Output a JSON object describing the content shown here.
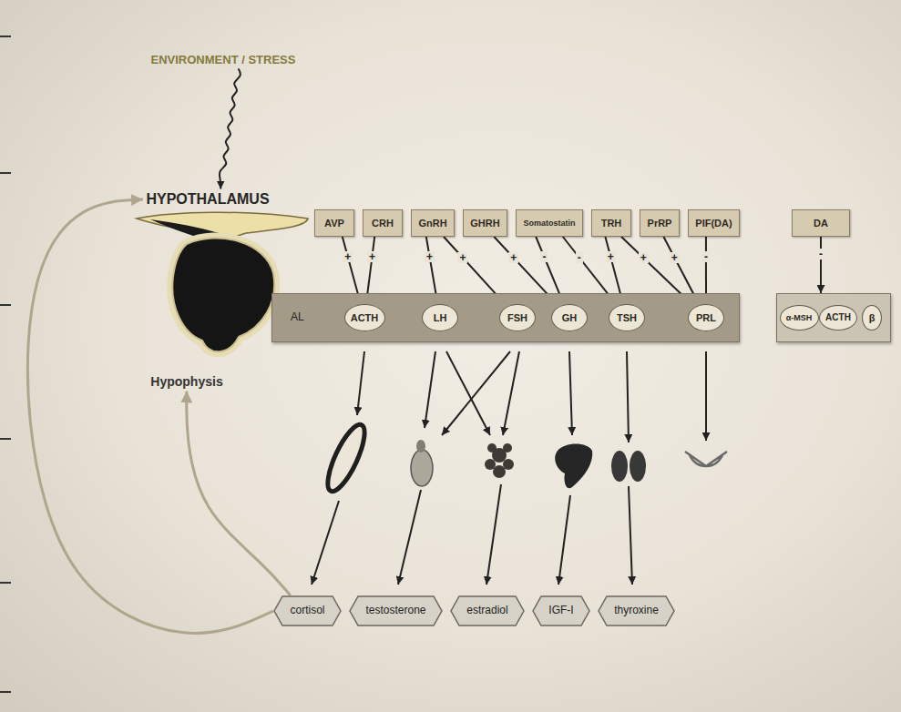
{
  "diagram": {
    "nodes": [
      {
        "text": [
          "ENVIRONMENT / STRESS"
        ]
      },
      {
        "text": [
          "HYPOTHALAMUS"
        ]
      },
      {
        "text": [
          "AVP"
        ]
      },
      {
        "text": [
          "CRH"
        ]
      },
      {
        "text": [
          "GnRH"
        ]
      },
      {
        "text": [
          "GHRH"
        ]
      },
      {
        "text": [
          "Somatostatin"
        ]
      },
      {
        "text": [
          "TRH"
        ]
      },
      {
        "text": [
          "PrRP"
        ]
      },
      {
        "text": [
          "PIF(DA)"
        ]
      },
      {
        "text": [
          "DA"
        ]
      },
      {
        "text": [
          "AL"
        ]
      },
      {
        "text": [
          "ACTH"
        ],
        "in": 11
      },
      {
        "text": [
          "LH"
        ],
        "in": 11
      },
      {
        "text": [
          "FSH"
        ],
        "in": 11
      },
      {
        "text": [
          "GH"
        ],
        "in": 11
      },
      {
        "text": [
          "TSH"
        ],
        "in": 11
      },
      {
        "text": [
          "PRL"
        ],
        "in": 11
      },
      {
        "text": []
      },
      {
        "text": [
          "α-MSH"
        ],
        "in": 18
      },
      {
        "text": [
          "ACTH"
        ],
        "in": 18
      },
      {
        "text": [
          "β"
        ],
        "in": 18
      },
      {
        "text": [
          "Hypophysis"
        ]
      },
      {
        "text": [
          "cortisol"
        ]
      },
      {
        "text": [
          "testosterone"
        ]
      },
      {
        "text": [
          "estradiol"
        ]
      },
      {
        "text": [
          "IGF-I"
        ]
      },
      {
        "text": [
          "thyroxine"
        ]
      }
    ],
    "edges": [
      {
        "from": 0,
        "to": 1,
        "arrow": "to"
      },
      {
        "from": 2,
        "to": 12,
        "arrow": "to",
        "label": "+"
      },
      {
        "from": 3,
        "to": 12,
        "arrow": "to",
        "label": "+"
      },
      {
        "from": 4,
        "to": 13,
        "arrow": "to",
        "label": "+"
      },
      {
        "from": 4,
        "to": 14,
        "arrow": "to",
        "label": "+"
      },
      {
        "from": 5,
        "to": 15,
        "arrow": "to",
        "label": "+"
      },
      {
        "from": 6,
        "to": 15,
        "arrow": "to",
        "label": "-"
      },
      {
        "from": 6,
        "to": 16,
        "arrow": "to",
        "label": "-"
      },
      {
        "from": 7,
        "to": 16,
        "arrow": "to",
        "label": "+"
      },
      {
        "from": 7,
        "to": 17,
        "arrow": "to",
        "label": "+"
      },
      {
        "from": 8,
        "to": 17,
        "arrow": "to",
        "label": "+"
      },
      {
        "from": 9,
        "to": 17,
        "arrow": "to",
        "label": "-"
      },
      {
        "from": 10,
        "to": 18,
        "arrow": "to",
        "label": "-"
      },
      {
        "from": 23,
        "to": 1,
        "arrow": "to"
      },
      {
        "from": 23,
        "to": 22,
        "arrow": "to"
      }
    ]
  }
}
